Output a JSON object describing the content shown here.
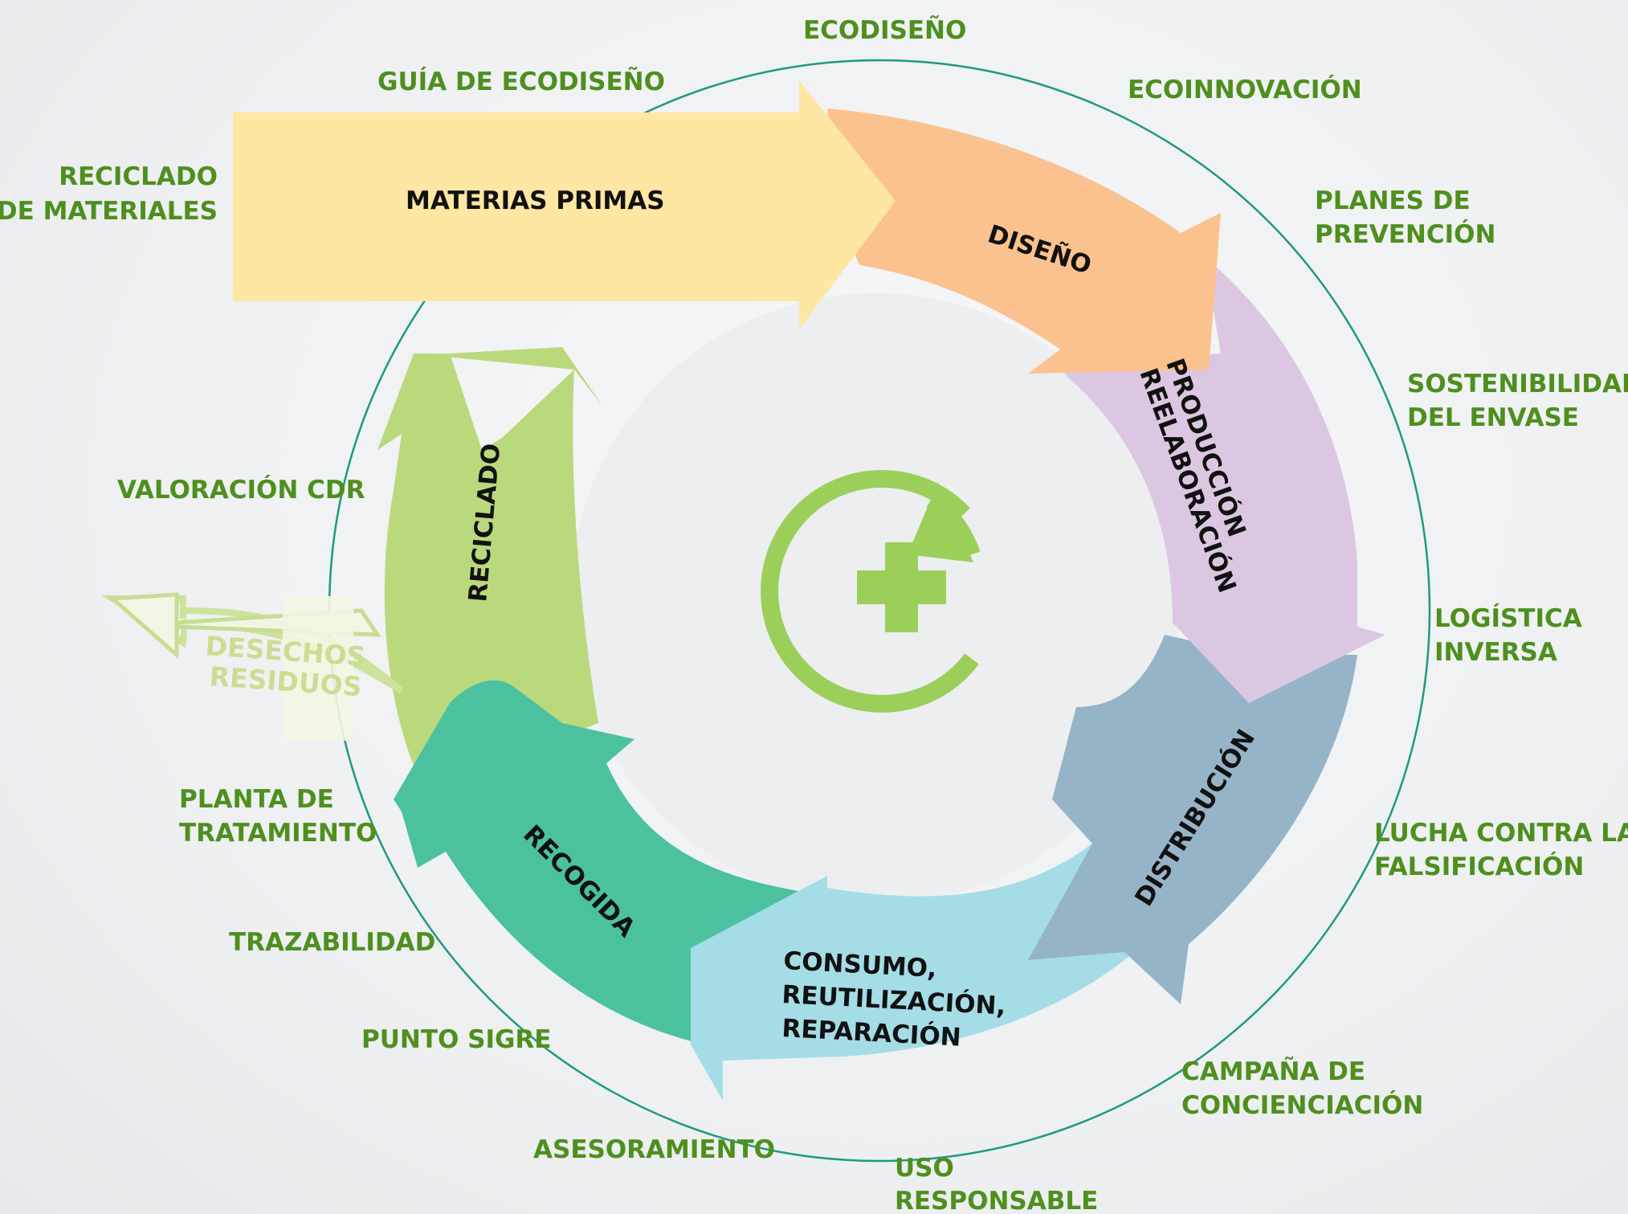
{
  "colors": {
    "label_green": "#4e8f1e",
    "materias_primas": "#fde7a3",
    "diseno": "#fbc28f",
    "produccion": "#dcc7e2",
    "distribucion": "#96b4c7",
    "consumo": "#a5dde7",
    "recogida": "#4bc1a0",
    "reciclado": "#b9d97c",
    "center_icon": "#9bcf5a",
    "ring": "#1f9a7d"
  },
  "icons": {
    "center": "plus-recycle-icon"
  },
  "flow": {
    "materias_primas": "MATERIAS PRIMAS",
    "diseno": "DISEÑO",
    "produccion_1": "PRODUCCIÓN",
    "produccion_2": "REELABORACIÓN",
    "distribucion": "DISTRIBUCIÓN",
    "consumo_1": "CONSUMO,",
    "consumo_2": "REUTILIZACIÓN,",
    "consumo_3": "REPARACIÓN",
    "recogida": "RECOGIDA",
    "reciclado": "RECICLADO",
    "desechos_1": "DESECHOS",
    "desechos_2": "RESIDUOS"
  },
  "labels": {
    "ecodiseno": "ECODISEÑO",
    "guia_ecodiseno": "GUÍA DE ECODISEÑO",
    "ecoinnovacion": "ECOINNOVACIÓN",
    "reciclado_materiales_1": "RECICLADO",
    "reciclado_materiales_2": "DE MATERIALES",
    "planes_1": "PLANES DE",
    "planes_2": "PREVENCIÓN",
    "sostenibilidad_1": "SOSTENIBILIDAD",
    "sostenibilidad_2": "DEL ENVASE",
    "valoracion": "VALORACIÓN CDR",
    "logistica_1": "LOGÍSTICA",
    "logistica_2": "INVERSA",
    "planta_1": "PLANTA DE",
    "planta_2": "TRATAMIENTO",
    "lucha_1": "LUCHA CONTRA LA",
    "lucha_2": "FALSIFICACIÓN",
    "trazabilidad": "TRAZABILIDAD",
    "punto_sigre": "PUNTO SIGRE",
    "campana_1": "CAMPAÑA DE",
    "campana_2": "CONCIENCIACIÓN",
    "asesoramiento": "ASESORAMIENTO",
    "uso_1": "USO",
    "uso_2": "RESPONSABLE"
  }
}
